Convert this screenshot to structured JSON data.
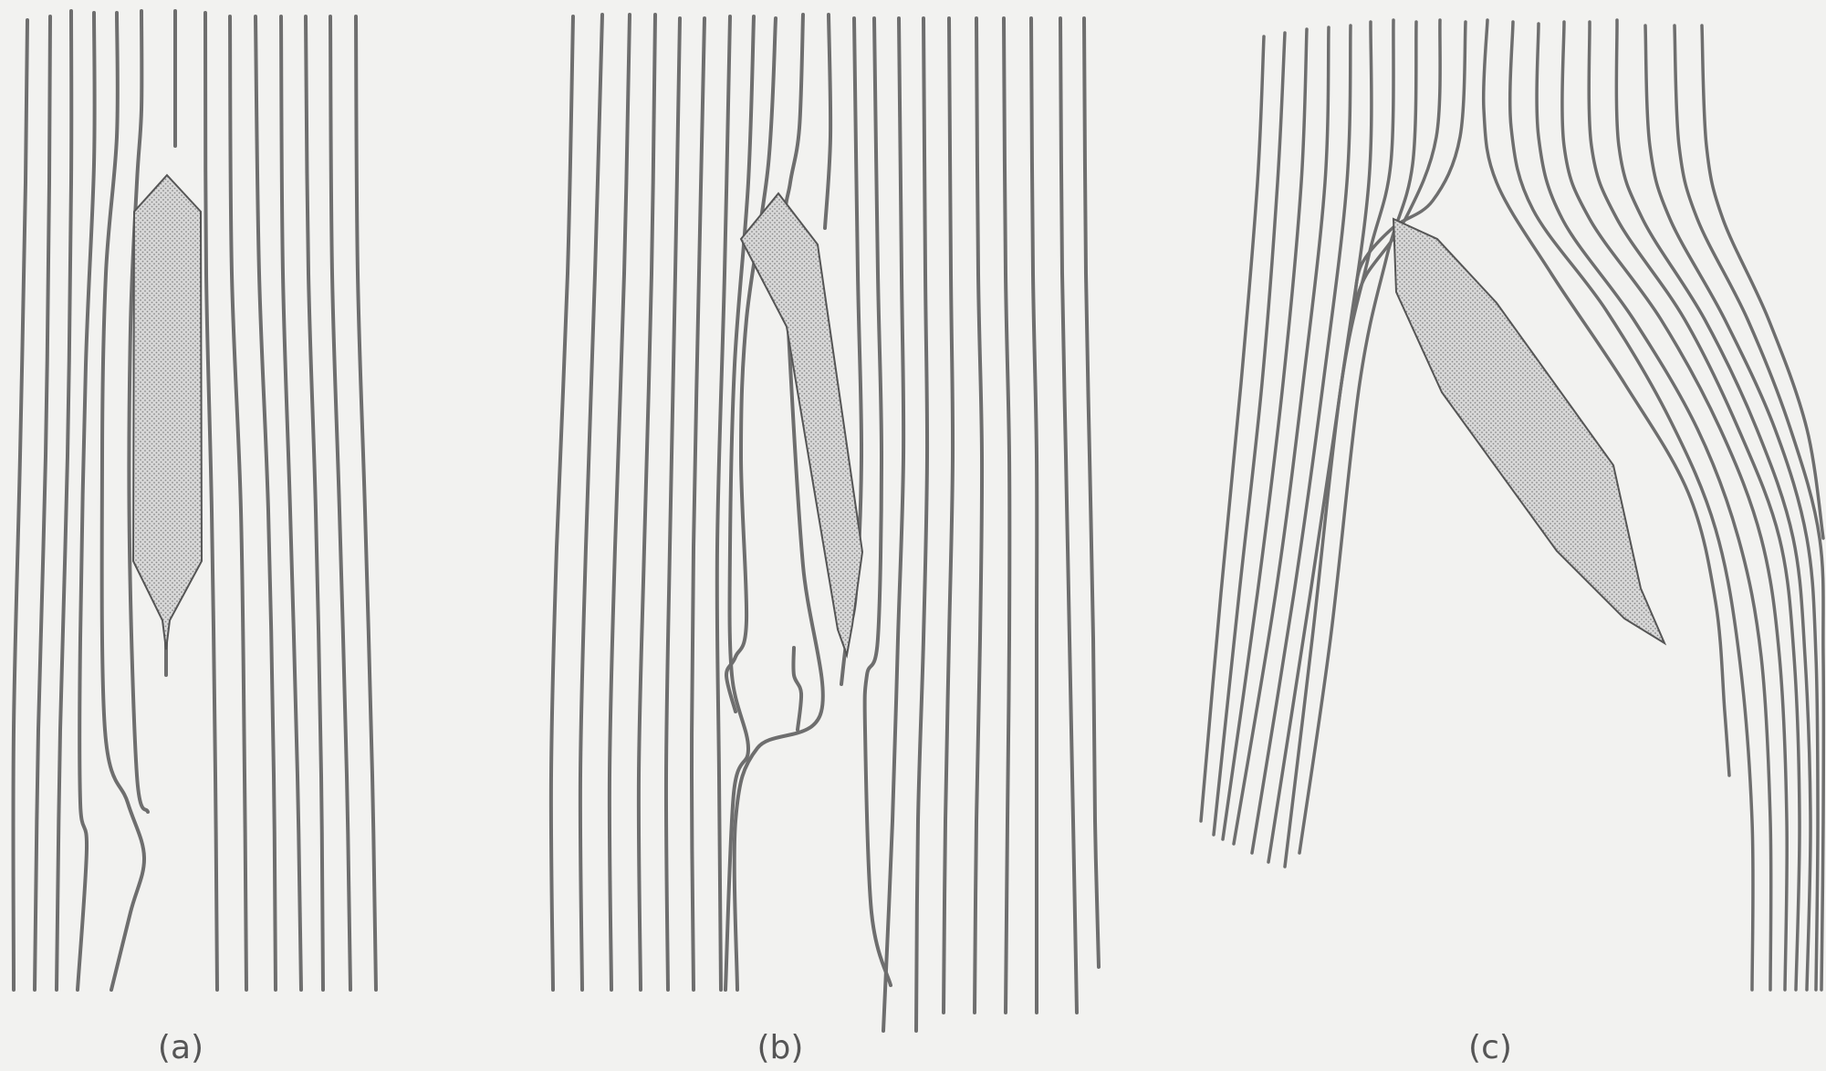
{
  "colors": {
    "background": "#f2f2f0",
    "line": "#6e6e6e",
    "particle_fill": "#cfcfcf",
    "particle_outline": "#555555"
  },
  "panels": [
    {
      "label": "(a)"
    },
    {
      "label": "(b)"
    },
    {
      "label": "(c)"
    }
  ]
}
